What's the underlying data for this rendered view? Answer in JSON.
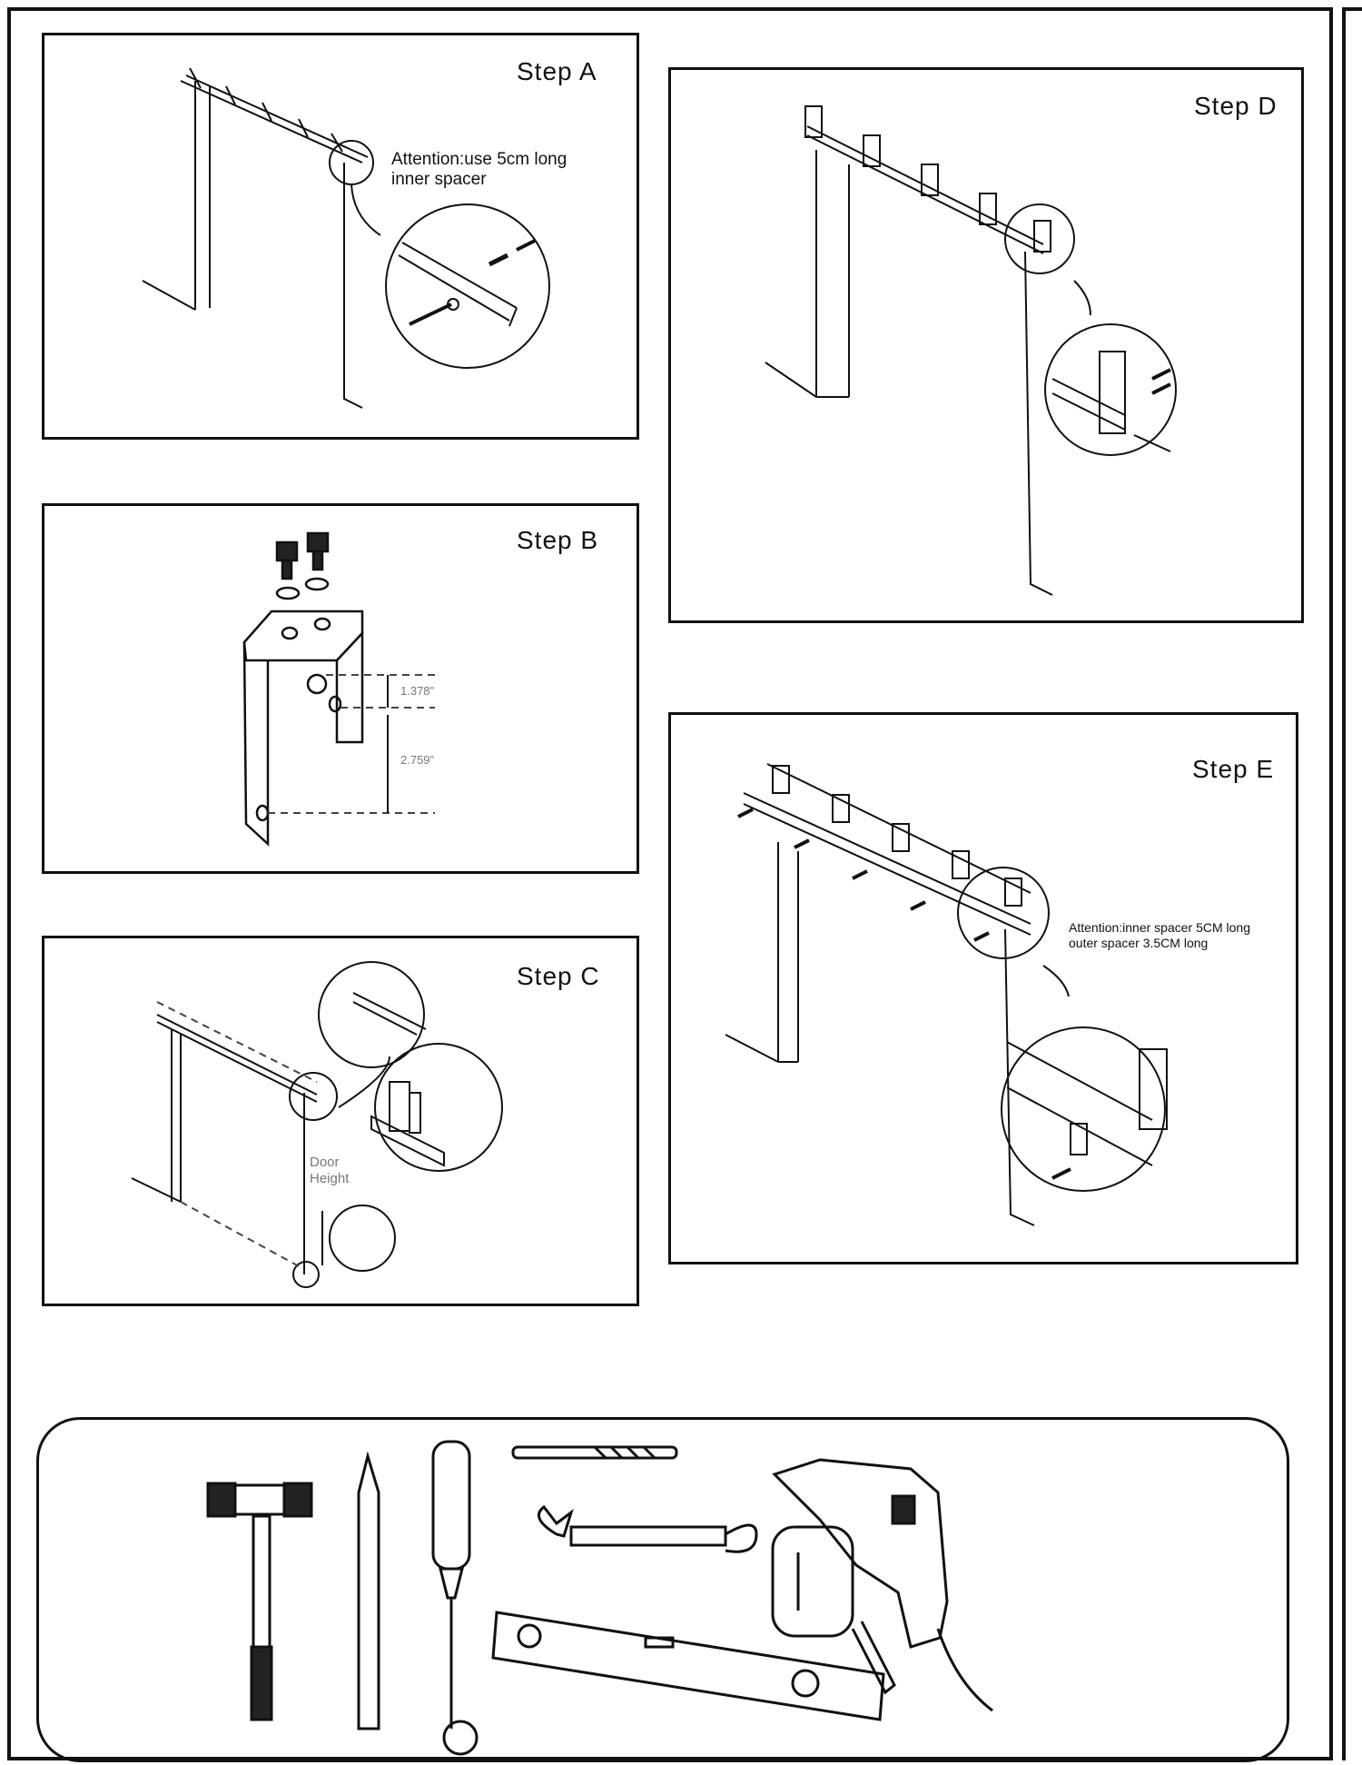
{
  "steps": {
    "a": {
      "title": "Step A",
      "note": "Attention:use 5cm long inner spacer"
    },
    "b": {
      "title": "Step B",
      "dim1": "1.378\"",
      "dim2": "2.759\""
    },
    "c": {
      "title": "Step C",
      "door_height": "Door Height"
    },
    "d": {
      "title": "Step D"
    },
    "e": {
      "title": "Step E",
      "note_line1": "Attention:inner spacer 5CM long",
      "note_line2": "outer spacer 3.5CM long"
    }
  },
  "tools": [
    "hammer-icon",
    "pencil-icon",
    "screwdriver-icon",
    "drill-bit-icon",
    "wrench-icon",
    "spirit-level-icon",
    "tape-measure-icon",
    "power-drill-icon"
  ]
}
